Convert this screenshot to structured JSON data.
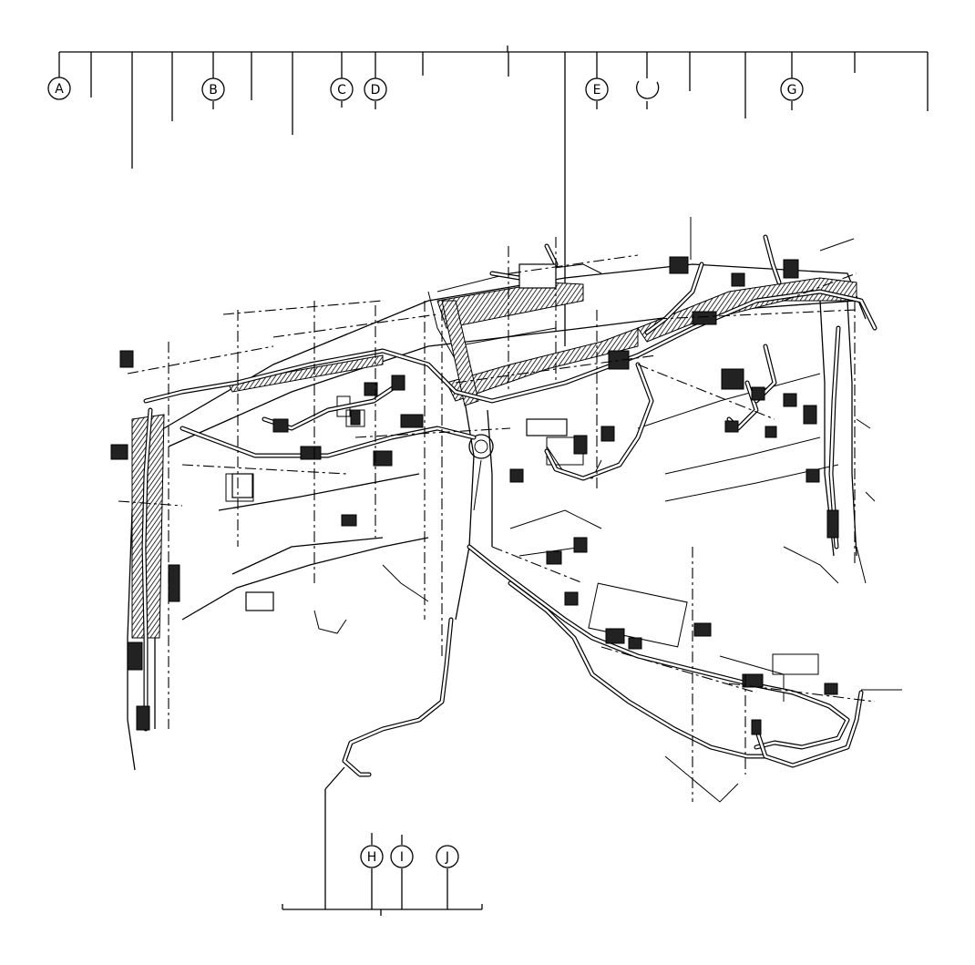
{
  "diagram": {
    "callouts_top": [
      {
        "id": "A",
        "label": "A"
      },
      {
        "id": "B",
        "label": "B"
      },
      {
        "id": "C",
        "label": "C"
      },
      {
        "id": "D",
        "label": "D"
      },
      {
        "id": "E",
        "label": "E"
      },
      {
        "id": "F",
        "label": ""
      },
      {
        "id": "G",
        "label": "G"
      }
    ],
    "callouts_bottom": [
      {
        "id": "H",
        "label": "H"
      },
      {
        "id": "I",
        "label": "I"
      },
      {
        "id": "J",
        "label": "J"
      }
    ]
  }
}
